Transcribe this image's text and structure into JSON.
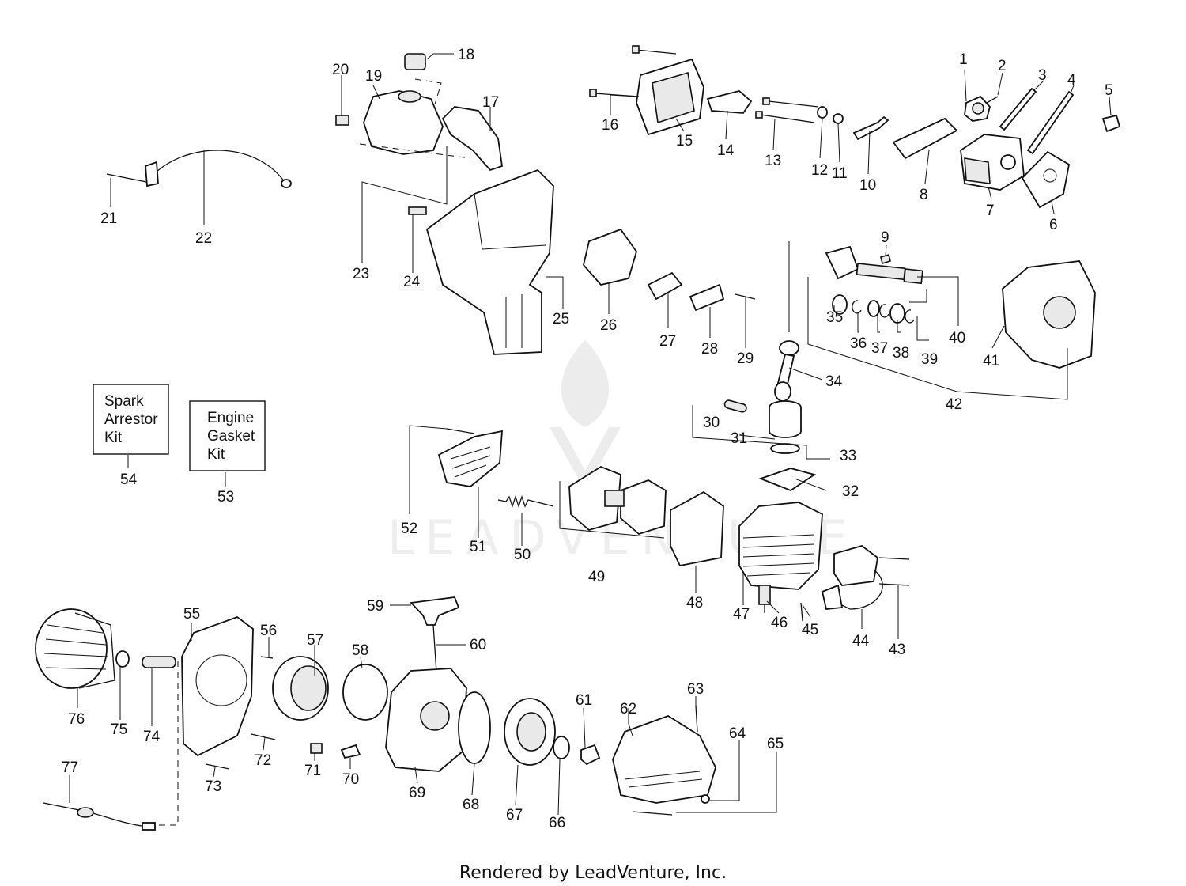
{
  "part_numbers": [
    "1",
    "2",
    "3",
    "4",
    "5",
    "6",
    "7",
    "8",
    "9",
    "10",
    "11",
    "12",
    "13",
    "14",
    "15",
    "16",
    "17",
    "18",
    "19",
    "20",
    "21",
    "22",
    "23",
    "24",
    "25",
    "26",
    "27",
    "28",
    "29",
    "30",
    "31",
    "32",
    "33",
    "34",
    "35",
    "36",
    "37",
    "38",
    "39",
    "40",
    "41",
    "42",
    "43",
    "44",
    "45",
    "46",
    "47",
    "48",
    "49",
    "50",
    "51",
    "52",
    "53",
    "54",
    "55",
    "56",
    "57",
    "58",
    "59",
    "60",
    "61",
    "62",
    "63",
    "64",
    "65",
    "66",
    "67",
    "68",
    "69",
    "70",
    "71",
    "72",
    "73",
    "74",
    "75",
    "76",
    "77"
  ],
  "kits": {
    "spark_arrestor": {
      "line1": "Spark",
      "line2": "Arrestor",
      "line3": "Kit",
      "number": "54"
    },
    "engine_gasket": {
      "line1": "Engine",
      "line2": "Gasket",
      "line3": "Kit",
      "number": "53"
    }
  },
  "watermark": {
    "text": "LEADVENTURE"
  },
  "footer": {
    "text": "Rendered by LeadVenture, Inc."
  }
}
